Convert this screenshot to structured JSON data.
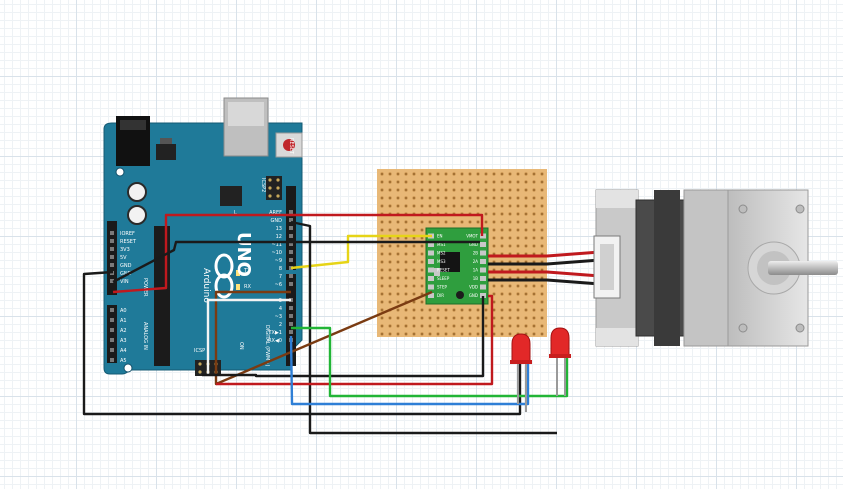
{
  "arduino": {
    "reset_label": "RESET",
    "icsp2_label": "ICSP2",
    "icsp_label": "ICSP",
    "brand_text": "UNO",
    "brand_sub": "Arduino",
    "on_label": "ON",
    "digital_labels": [
      "AREF",
      "GND",
      "13",
      "12",
      "~11",
      "~10",
      "~9",
      "8",
      "7",
      "~6",
      "~5",
      "4",
      "~3",
      "2",
      "TX▶1",
      "RX◀0"
    ],
    "power_labels": [
      "IOREF",
      "RESET",
      "3V3",
      "5V",
      "GND",
      "GND",
      "VIN"
    ],
    "analog_labels": [
      "A0",
      "A1",
      "A2",
      "A3",
      "A4",
      "A5"
    ],
    "header_digital": "DIGITAL (PWM~)",
    "header_power": "POWER",
    "header_analog": "ANALOG IN",
    "tx_label": "TX",
    "rx_label": "RX",
    "l_label": "L"
  },
  "driver": {
    "left_pins": [
      "EN",
      "MS1",
      "MS2",
      "MS3",
      "RESET",
      "SLEEP",
      "STEP",
      "DIR"
    ],
    "right_pins": [
      "VMOT",
      "GND",
      "2B",
      "2A",
      "1A",
      "1B",
      "VDD",
      "GND"
    ]
  },
  "colors": {
    "arduino_board": "#1f7a99",
    "perfboard": "#e8b877",
    "driver_board": "#2f9e3e",
    "wire_red": "#c0191e",
    "wire_black": "#1a1a1a",
    "wire_yellow": "#f2e21b",
    "wire_brown": "#7a3b12",
    "wire_green": "#22b536",
    "wire_blue": "#2f7fd6",
    "wire_white": "#f4f4f4",
    "led": "#e22828",
    "motor_body": "#c9c9c9"
  }
}
